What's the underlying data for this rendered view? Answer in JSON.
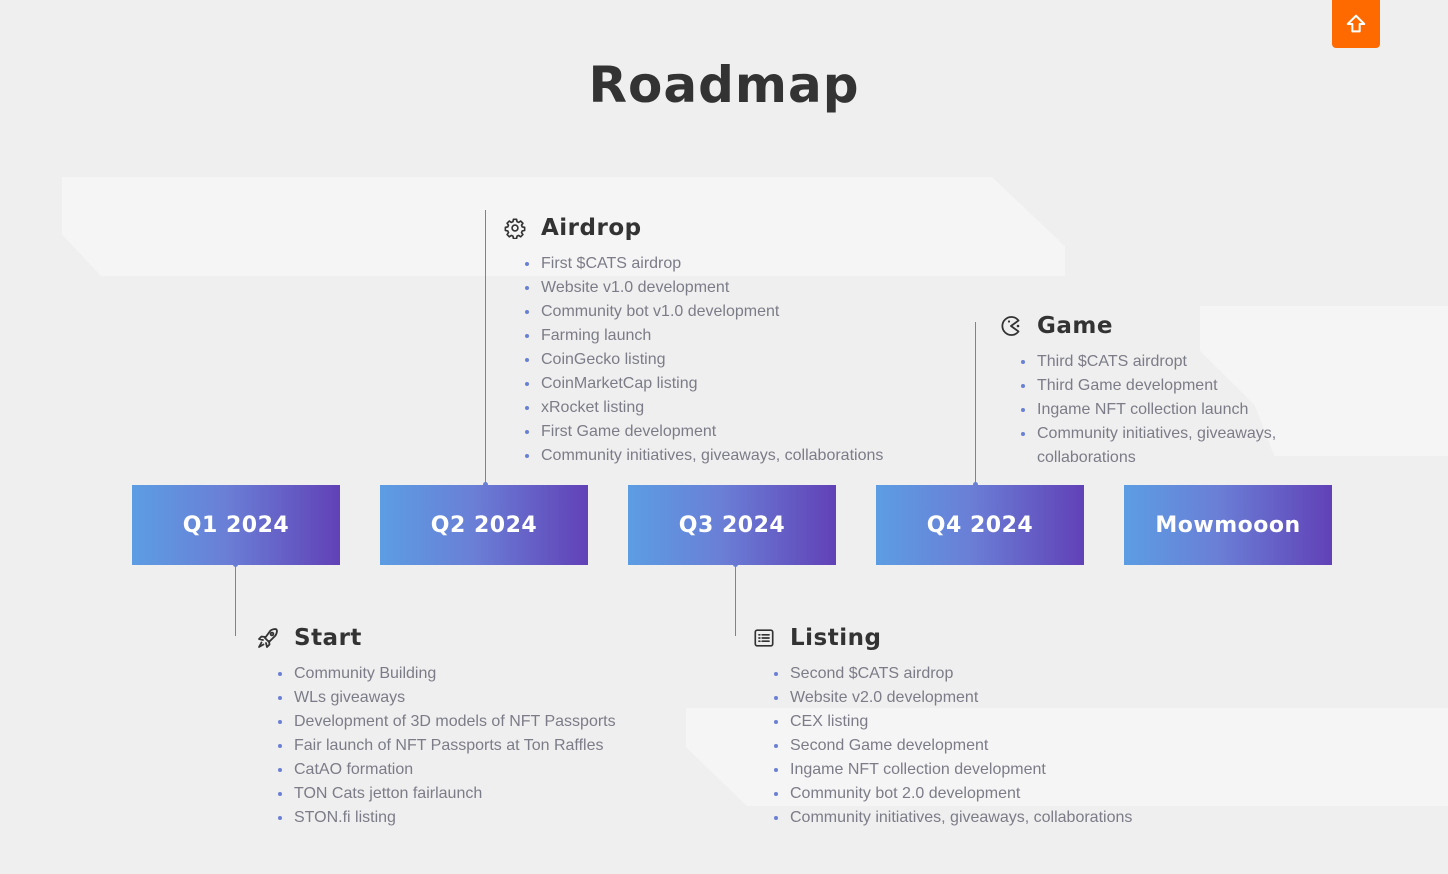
{
  "header": {
    "title": "Roadmap"
  },
  "scroll_top": {
    "icon": "arrow-up-icon"
  },
  "colors": {
    "accent": "#ff6a00",
    "gradient_start": "#5c9de3",
    "gradient_end": "#6141b7",
    "connector": "#6a80d4",
    "list_text": "#7c7c88",
    "background": "#efefef"
  },
  "quarters": [
    {
      "label": "Q1 2024"
    },
    {
      "label": "Q2 2024"
    },
    {
      "label": "Q3 2024"
    },
    {
      "label": "Q4 2024"
    },
    {
      "label": "Mowmooon"
    }
  ],
  "milestones": {
    "start": {
      "icon": "rocket-icon",
      "title": "Start",
      "items": [
        "Community Building",
        "WLs giveaways",
        "Development of 3D models of NFT Passports",
        "Fair launch of NFT Passports at Ton Raffles",
        "CatAO formation",
        "TON Cats jetton fairlaunch",
        "STON.fi listing"
      ]
    },
    "airdrop": {
      "icon": "gear-icon",
      "title": "Airdrop",
      "items": [
        "First $CATS airdrop",
        "Website v1.0 development",
        "Community bot v1.0 development",
        "Farming launch",
        "CoinGecko listing",
        "CoinMarketCap listing",
        "xRocket listing",
        "First Game development",
        "Community initiatives, giveaways, collaborations"
      ]
    },
    "listing": {
      "icon": "list-icon",
      "title": "Listing",
      "items": [
        "Second $CATS airdrop",
        "Website v2.0 development",
        "CEX listing",
        "Second Game development",
        "Ingame NFT collection development",
        "Community bot 2.0 development",
        "Community initiatives, giveaways, collaborations"
      ]
    },
    "game": {
      "icon": "pacman-icon",
      "title": "Game",
      "items": [
        "Third $CATS airdropt",
        "Third Game development",
        "Ingame NFT collection launch",
        "Community initiatives, giveaways,",
        "collaborations"
      ]
    }
  }
}
